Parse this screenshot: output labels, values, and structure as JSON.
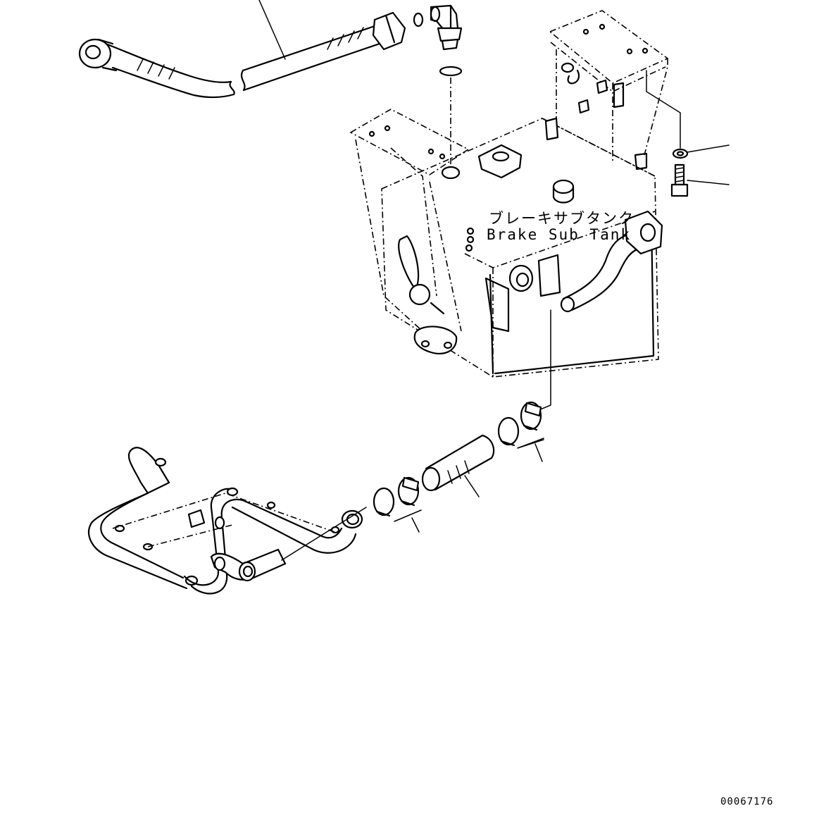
{
  "diagram": {
    "tank_label_jp": "ブレーキサブタンク",
    "tank_label_en": "Brake Sub Tank",
    "drawing_number": "00067176"
  },
  "parts": [
    {
      "name": "upper-hose",
      "icon": "hose-icon"
    },
    {
      "name": "elbow-fitting",
      "icon": "elbow-fitting-icon"
    },
    {
      "name": "o-ring",
      "icon": "o-ring-icon"
    },
    {
      "name": "brake-sub-tank",
      "icon": "tank-icon"
    },
    {
      "name": "washer",
      "icon": "washer-icon"
    },
    {
      "name": "bolt",
      "icon": "bolt-icon"
    },
    {
      "name": "hose-clamp-pair-upper",
      "icon": "clamp-icon"
    },
    {
      "name": "connecting-hose",
      "icon": "hose-icon"
    },
    {
      "name": "hose-clamp-pair-lower",
      "icon": "clamp-icon"
    },
    {
      "name": "bent-pipe",
      "icon": "pipe-icon"
    }
  ]
}
